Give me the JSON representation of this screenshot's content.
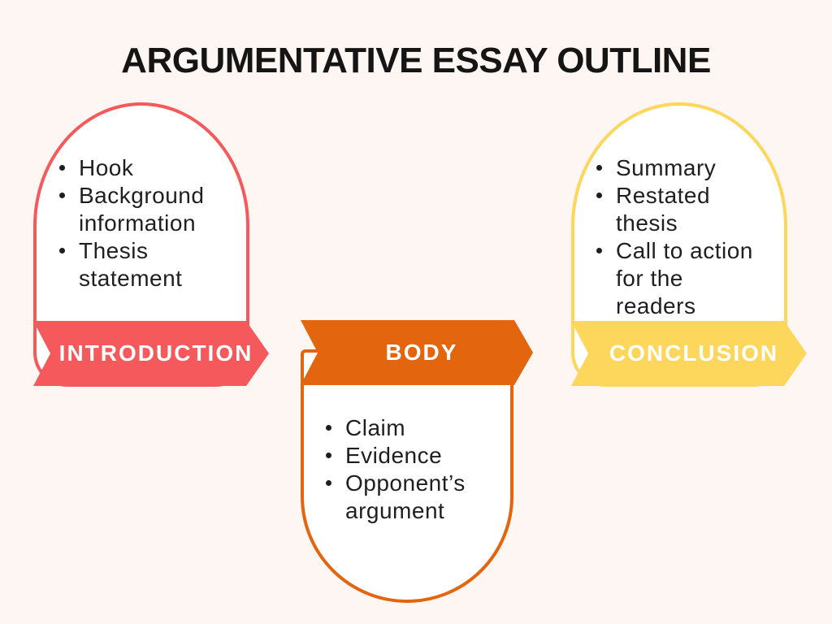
{
  "title": "ARGUMENTATIVE ESSAY OUTLINE",
  "background_color": "#FDF6F3",
  "text_color": "#1F1F1F",
  "sections": [
    {
      "id": "introduction",
      "label": "INTRODUCTION",
      "color": "#F5595B",
      "banner_position": "bottom",
      "items": [
        "Hook",
        "Background information",
        "Thesis statement"
      ]
    },
    {
      "id": "body",
      "label": "BODY",
      "color": "#E3650E",
      "banner_position": "top",
      "items": [
        "Claim",
        "Evidence",
        "Opponent’s argument"
      ]
    },
    {
      "id": "conclusion",
      "label": "CONCLUSION",
      "color": "#FCD75B",
      "banner_position": "bottom",
      "items": [
        "Summary",
        "Restated thesis",
        "Call to action for the readers"
      ]
    }
  ]
}
